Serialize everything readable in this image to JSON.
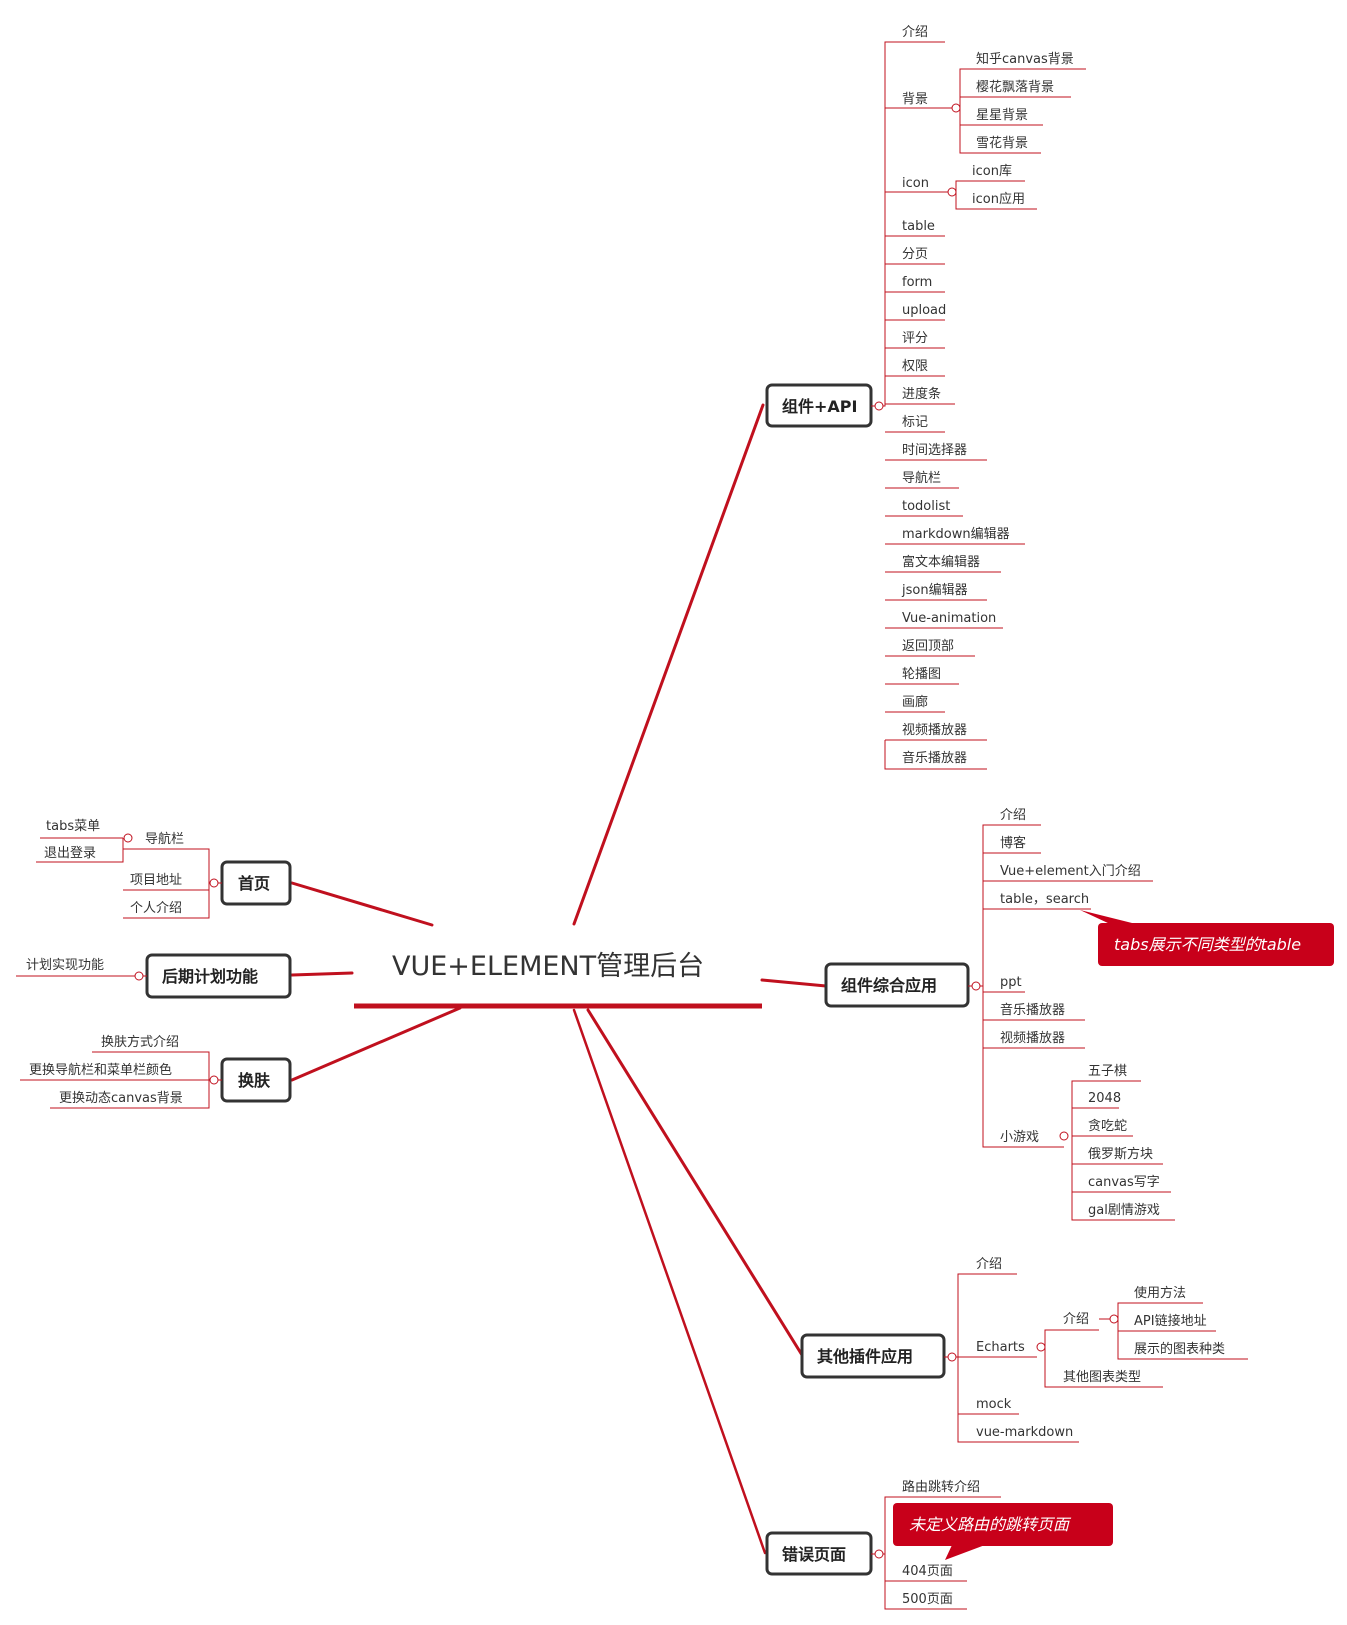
{
  "root": {
    "label": "VUE+ELEMENT管理后台"
  },
  "colors": {
    "branch": "#c0101e",
    "node_border": "#333333",
    "callout_bg": "#c8001a",
    "text": "#333333"
  },
  "branches": {
    "components_api": {
      "label": "组件+API",
      "children": {
        "intro": "介绍",
        "background": {
          "label": "背景",
          "children": [
            "知乎canvas背景",
            "樱花飘落背景",
            "星星背景",
            "雪花背景"
          ]
        },
        "icon": {
          "label": "icon",
          "children": [
            "icon库",
            "icon应用"
          ]
        },
        "items": [
          "table",
          "分页",
          "form",
          "upload",
          "评分",
          "权限",
          "进度条",
          "标记",
          "时间选择器",
          "导航栏",
          "todolist",
          "markdown编辑器",
          "富文本编辑器",
          "json编辑器",
          "Vue-animation",
          "返回顶部",
          "轮播图",
          "画廊",
          "视频播放器",
          "音乐播放器"
        ]
      }
    },
    "comprehensive": {
      "label": "组件综合应用",
      "children": {
        "items_top": [
          "介绍",
          "博客",
          "Vue+element入门介绍",
          "table，search"
        ],
        "callout": "tabs展示不同类型的table",
        "items_mid": [
          "ppt",
          "音乐播放器",
          "视频播放器"
        ],
        "games": {
          "label": "小游戏",
          "children": [
            "五子棋",
            "2048",
            "贪吃蛇",
            "俄罗斯方块",
            "canvas写字",
            "gal剧情游戏"
          ]
        }
      }
    },
    "plugins": {
      "label": "其他插件应用",
      "children": {
        "intro": "介绍",
        "echarts": {
          "label": "Echarts",
          "intro": {
            "label": "介绍",
            "children": [
              "使用方法",
              "API链接地址",
              "展示的图表种类"
            ]
          },
          "other": "其他图表类型"
        },
        "mock": "mock",
        "vue_markdown": "vue-markdown"
      }
    },
    "error": {
      "label": "错误页面",
      "children": {
        "route_intro": "路由跳转介绍",
        "callout": "未定义路由的跳转页面",
        "p404": "404页面",
        "p500": "500页面"
      }
    },
    "home": {
      "label": "首页",
      "children": {
        "navbar": {
          "label": "导航栏",
          "children": [
            "tabs菜单",
            "退出登录"
          ]
        },
        "project": "项目地址",
        "personal": "个人介绍"
      }
    },
    "plan": {
      "label": "后期计划功能",
      "children": [
        "计划实现功能"
      ]
    },
    "skin": {
      "label": "换肤",
      "children": [
        "换肤方式介绍",
        "更换导航栏和菜单栏颜色",
        "更换动态canvas背景"
      ]
    }
  }
}
